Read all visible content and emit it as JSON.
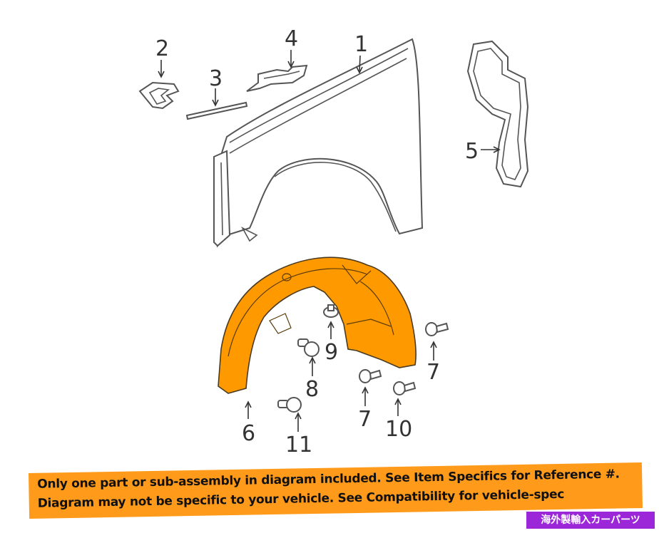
{
  "callouts": [
    "1",
    "2",
    "3",
    "4",
    "5",
    "6",
    "7",
    "7",
    "8",
    "9",
    "10",
    "11"
  ],
  "banner": {
    "line1": "Only one part or sub-assembly in diagram included. See Item Specifics for Reference #.",
    "line2": "Diagram may not be specific to your vehicle. See Compatibility for vehicle-spec"
  },
  "badge": "海外製輸入カーパーツ",
  "colors": {
    "highlight": "#ff9900",
    "banner": "#ff9a1a",
    "badge": "#9b27d9"
  }
}
